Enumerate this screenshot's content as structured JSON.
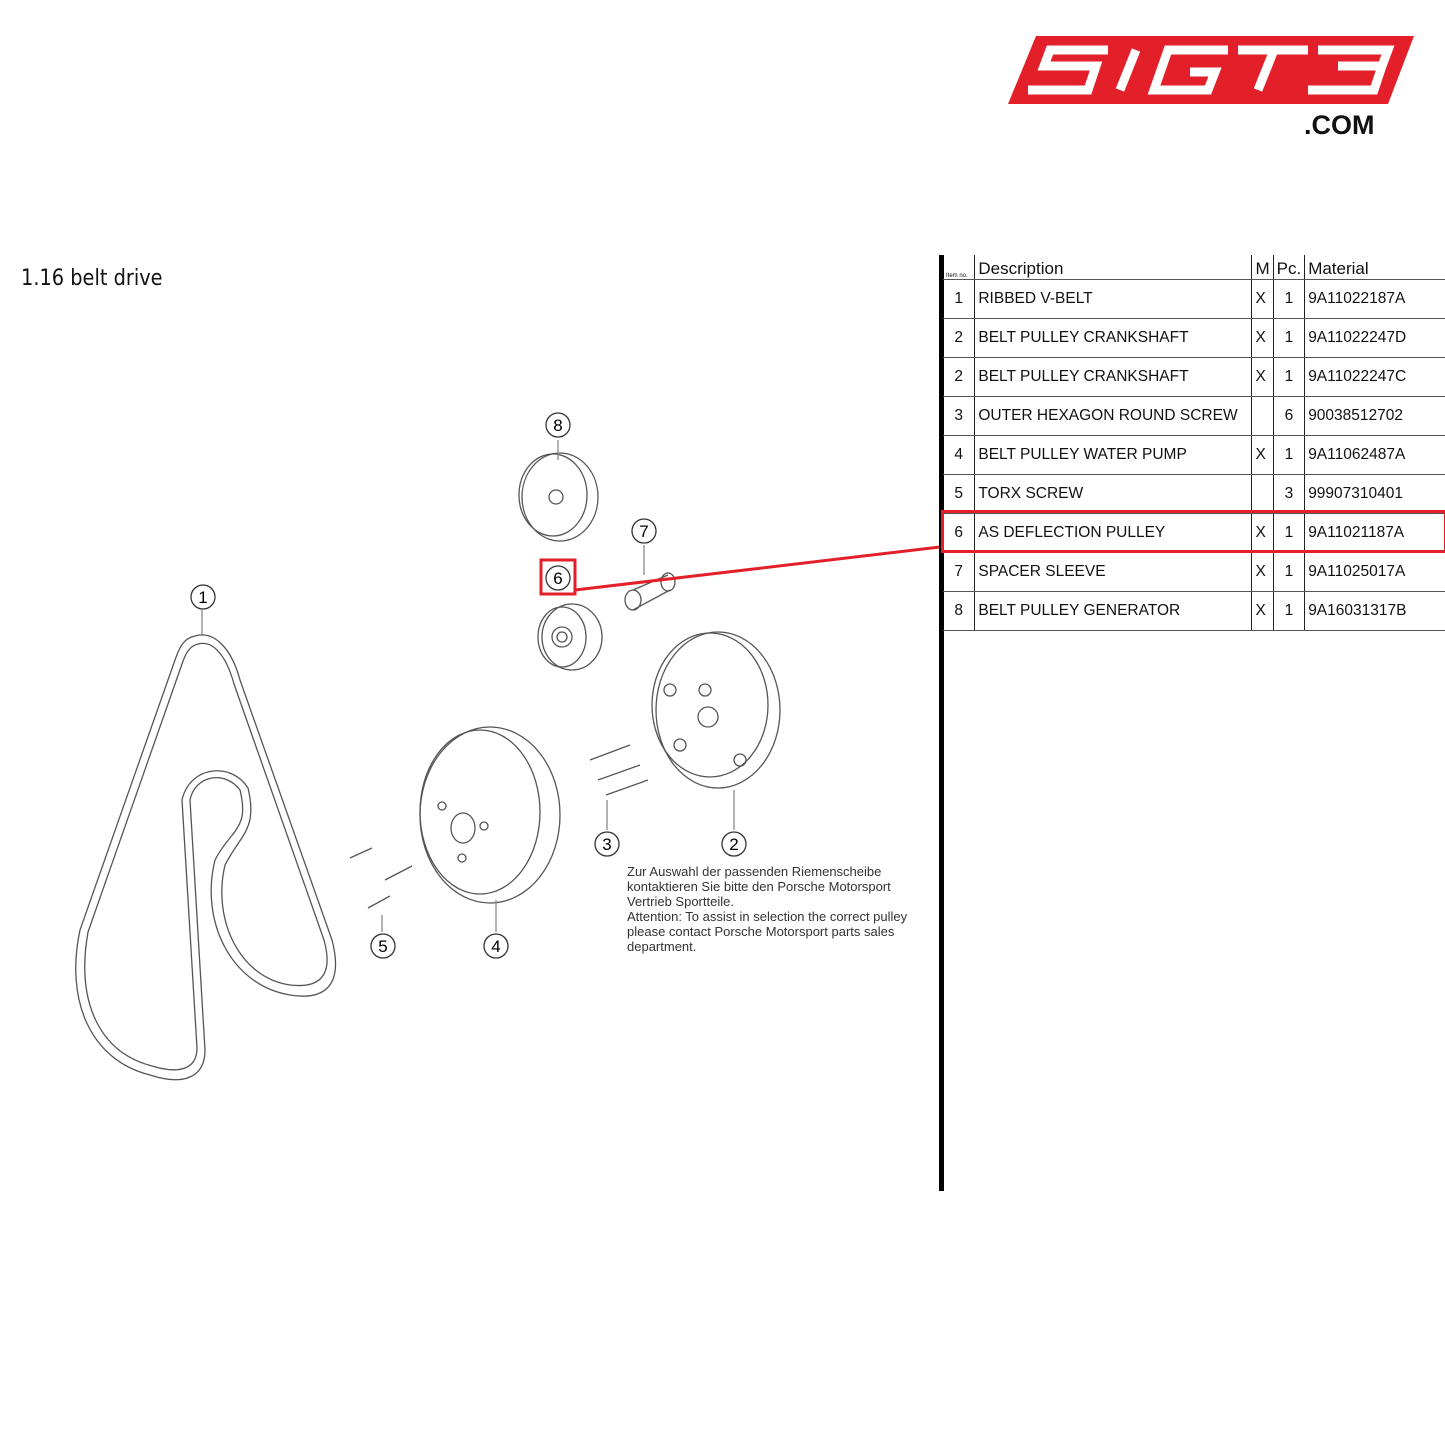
{
  "logo": {
    "text": "SIGT3",
    "suffix": ".COM",
    "color": "#e3202a"
  },
  "section_title": "1.16  belt drive",
  "table": {
    "headers": [
      "Item no.",
      "Description",
      "M",
      "Pc.",
      "Material"
    ],
    "rows": [
      {
        "item": "1",
        "description": "RIBBED V-BELT",
        "m": "X",
        "pc": "1",
        "material": "9A11022187A"
      },
      {
        "item": "2",
        "description": "BELT PULLEY CRANKSHAFT",
        "m": "X",
        "pc": "1",
        "material": "9A11022247D"
      },
      {
        "item": "2",
        "description": "BELT PULLEY CRANKSHAFT",
        "m": "X",
        "pc": "1",
        "material": "9A11022247C"
      },
      {
        "item": "3",
        "description": "OUTER HEXAGON ROUND SCREW",
        "m": "",
        "pc": "6",
        "material": "90038512702"
      },
      {
        "item": "4",
        "description": "BELT PULLEY WATER PUMP",
        "m": "X",
        "pc": "1",
        "material": "9A11062487A"
      },
      {
        "item": "5",
        "description": "TORX SCREW",
        "m": "",
        "pc": "3",
        "material": "99907310401"
      },
      {
        "item": "6",
        "description": "AS DEFLECTION PULLEY",
        "m": "X",
        "pc": "1",
        "material": "9A11021187A"
      },
      {
        "item": "7",
        "description": "SPACER SLEEVE",
        "m": "X",
        "pc": "1",
        "material": "9A11025017A"
      },
      {
        "item": "8",
        "description": "BELT PULLEY GENERATOR",
        "m": "X",
        "pc": "1",
        "material": "9A16031317B"
      }
    ],
    "highlighted_item": "6",
    "highlight_color": "#e3202a"
  },
  "callouts": [
    "1",
    "2",
    "3",
    "4",
    "5",
    "6",
    "7",
    "8"
  ],
  "note": [
    "Zur Auswahl der passenden Riemenscheibe",
    "kontaktieren Sie bitte den Porsche Motorsport",
    "Vertrieb Sportteile.",
    "Attention: To assist in selection the correct pulley",
    "please contact Porsche Motorsport parts sales",
    "department."
  ]
}
